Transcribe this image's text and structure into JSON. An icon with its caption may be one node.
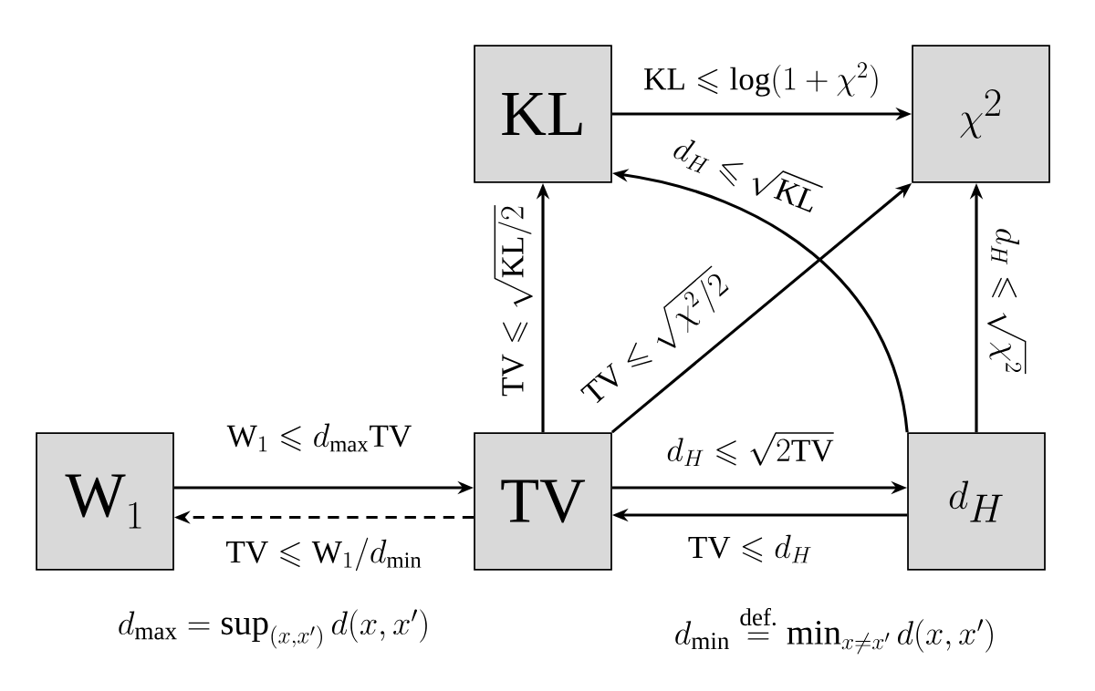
{
  "diagram": {
    "nodes": [
      {
        "text": [
          "\\mathrm{KL}"
        ]
      },
      {
        "text": [
          "\\chi^2"
        ]
      },
      {
        "text": [
          "\\mathrm{W}_1"
        ]
      },
      {
        "text": [
          "\\mathrm{TV}"
        ]
      },
      {
        "text": [
          "d_H"
        ]
      }
    ],
    "edges": [
      {
        "from": 0,
        "to": 1,
        "arrow": "to",
        "label": "\\mathrm{KL} \\leqslant \\log(1+\\chi^2)"
      },
      {
        "from": 3,
        "to": 0,
        "arrow": "to",
        "label": "\\mathrm{TV} \\leqslant \\sqrt{\\mathrm{KL}/2}"
      },
      {
        "from": 3,
        "to": 1,
        "arrow": "to",
        "label": "\\mathrm{TV} \\leqslant \\sqrt{\\chi^2/2}"
      },
      {
        "from": 4,
        "to": 0,
        "arrow": "to",
        "label": "d_H \\leqslant \\sqrt{\\mathrm{KL}}"
      },
      {
        "from": 4,
        "to": 1,
        "arrow": "to",
        "label": "d_H \\leqslant \\sqrt{\\chi^2}"
      },
      {
        "from": 2,
        "to": 3,
        "arrow": "to",
        "label": "\\mathrm{W}_1 \\leqslant d_{\\max}\\mathrm{TV}"
      },
      {
        "from": 3,
        "to": 2,
        "arrow": "to",
        "style": "dashed",
        "label": "\\mathrm{TV} \\leqslant \\mathrm{W}_1/d_{\\min}"
      },
      {
        "from": 3,
        "to": 4,
        "arrow": "to",
        "label": "d_H \\leqslant \\sqrt{2\\mathrm{TV}}"
      },
      {
        "from": 4,
        "to": 3,
        "arrow": "to",
        "label": "\\mathrm{TV} \\leqslant d_H"
      }
    ],
    "labels": [
      "d_{\\max} = \\sup_{(x,x')} d(x,x')",
      "d_{\\min} \\overset{\\text{def.}}{=} \\min_{x\\neq x'} d(x,x')"
    ]
  }
}
